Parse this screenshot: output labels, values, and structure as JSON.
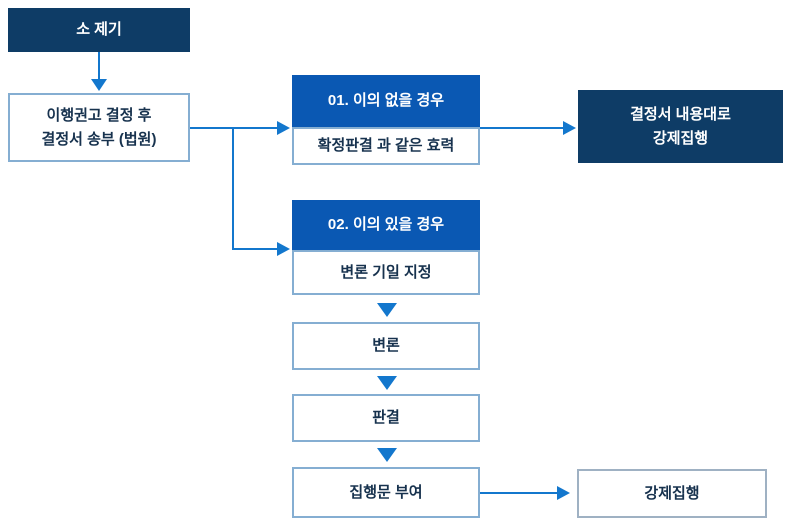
{
  "diagram": {
    "type": "flowchart",
    "language": "ko",
    "nodes": {
      "filing": {
        "label": "소 제기"
      },
      "recommendation": {
        "label": "이행권고 결정 후\n결정서 송부 (법원)"
      },
      "case1_header": {
        "label": "01. 이의 없을 경우"
      },
      "case1_body": {
        "label": "확정판결 과 같은 효력"
      },
      "enforce_decision": {
        "label": "결정서 내용대로\n강제집행"
      },
      "case2_header": {
        "label": "02. 이의 있을 경우"
      },
      "case2_body": {
        "label": "변론 기일 지정"
      },
      "pleading": {
        "label": "변론"
      },
      "judgment": {
        "label": "판결"
      },
      "writ": {
        "label": "집행문 부여"
      },
      "enforcement": {
        "label": "강제집행"
      }
    },
    "edges": [
      "filing -> recommendation",
      "recommendation -> case1_header",
      "recommendation -> case2_header",
      "case1 -> enforce_decision",
      "case2_body -> pleading",
      "pleading -> judgment",
      "judgment -> writ",
      "writ -> enforcement"
    ],
    "colors": {
      "navy": "#0e3c66",
      "blue": "#0a58b3",
      "arrow": "#1377cd",
      "border_light": "#85aed2",
      "border_gray": "#9fb1c3",
      "text_dark": "#17324e"
    }
  }
}
